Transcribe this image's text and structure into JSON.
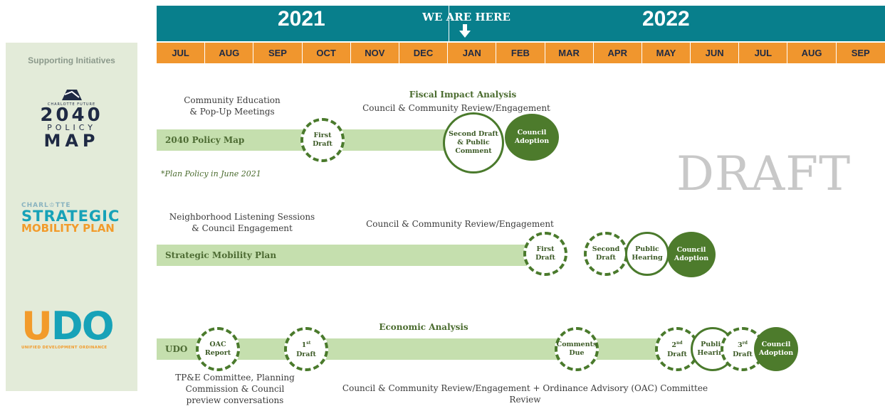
{
  "sidebar": {
    "title": "Supporting Initiatives",
    "logo_2040": {
      "line1": "CHARLOTTE FUTURE",
      "line2": "2040",
      "line3": "POLICY",
      "line4": "MAP"
    },
    "logo_smp": {
      "line1": "CHARL♔TTE",
      "line2": "STRATEGIC",
      "line3": "MOBILITY PLAN"
    },
    "logo_udo": {
      "u": "U",
      "d": "D",
      "o": "O",
      "subtitle": "UNIFIED DEVELOPMENT ORDINANCE"
    }
  },
  "header": {
    "year_left": "2021",
    "year_right": "2022",
    "marker": "WE ARE HERE",
    "months": [
      "JUL",
      "AUG",
      "SEP",
      "OCT",
      "NOV",
      "DEC",
      "JAN",
      "FEB",
      "MAR",
      "APR",
      "MAY",
      "JUN",
      "JUL",
      "AUG",
      "SEP"
    ]
  },
  "watermark": "DRAFT",
  "rows": {
    "policy_map": {
      "label": "2040 Policy Map",
      "note_left": [
        "Community Education",
        "& Pop-Up Meetings"
      ],
      "note_title": "Fiscal Impact Analysis",
      "note_sub": "Council & Community Review/Engagement",
      "footnote": "*Plan Policy in June 2021",
      "milestones": {
        "first": [
          "First",
          "Draft"
        ],
        "second": [
          "Second Draft",
          "& Public",
          "Comment"
        ],
        "adoption": [
          "Council",
          "Adoption"
        ]
      }
    },
    "smp": {
      "label": "Strategic Mobility Plan",
      "note_left": [
        "Neighborhood Listening Sessions",
        "& Council Engagement"
      ],
      "note_mid": "Council & Community Review/Engagement",
      "milestones": {
        "first": [
          "First",
          "Draft"
        ],
        "second": [
          "Second",
          "Draft"
        ],
        "hearing": [
          "Public",
          "Hearing"
        ],
        "adoption": [
          "Council",
          "Adoption"
        ]
      }
    },
    "udo": {
      "label": "UDO",
      "note_title": "Economic Analysis",
      "note_bottom_left": [
        "TP&E Committee, Planning",
        "Commission & Council",
        "preview conversations"
      ],
      "note_bottom": "Council & Community Review/Engagement + Ordinance Advisory (OAC) Committee Review",
      "milestones": {
        "oac": [
          "OAC",
          "Report"
        ],
        "first": {
          "num": "1",
          "sup": "st",
          "word": "Draft"
        },
        "comments": [
          "Comments",
          "Due"
        ],
        "second": {
          "num": "2",
          "sup": "nd",
          "word": "Draft"
        },
        "hearing": [
          "Public",
          "Hearing"
        ],
        "third": {
          "num": "3",
          "sup": "rd",
          "word": "Draft"
        },
        "adoption": [
          "Council",
          "Adoption"
        ]
      }
    }
  },
  "colors": {
    "teal": "#087f8c",
    "orange": "#f0962e",
    "bar_green": "#c5dfae",
    "dark_green": "#4d7b2c",
    "sidebar_bg": "#e3ebd9"
  }
}
